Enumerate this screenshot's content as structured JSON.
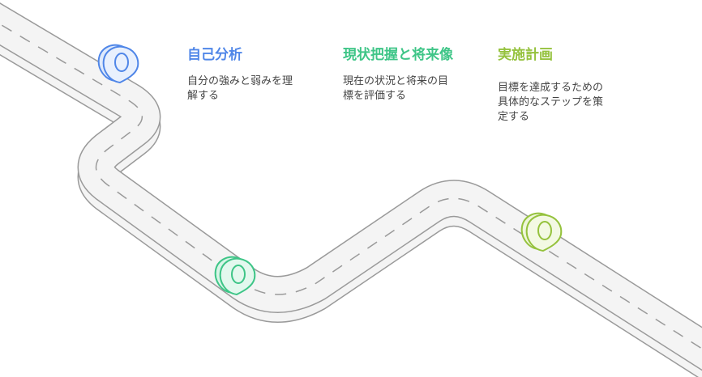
{
  "colors": {
    "blue": "#4f86e8",
    "green": "#3ec587",
    "lime": "#95c23d",
    "road": "#f4f4f4",
    "road_edge": "#9a9a9a"
  },
  "steps": [
    {
      "title": "自己分析",
      "desc": "自分の強みと弱みを理解する",
      "color": "#4f86e8",
      "icon": "map-pin-icon"
    },
    {
      "title": "現状把握と将来像",
      "desc": "現在の状況と将来の目標を評価する",
      "color": "#3ec587",
      "icon": "map-pin-icon"
    },
    {
      "title": "実施計画",
      "desc": "目標を達成するための具体的なステップを策定する",
      "color": "#95c23d",
      "icon": "map-pin-icon"
    }
  ]
}
